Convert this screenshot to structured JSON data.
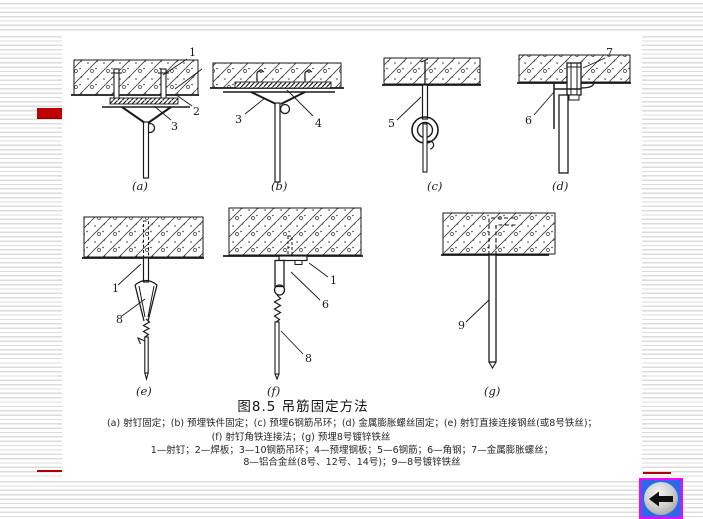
{
  "figure": {
    "title": "图8.5  吊筋固定方法",
    "desc_line1": "(a) 射钉固定；(b) 预埋铁件固定；(c) 预埋6钢筋吊环；(d) 金属膨胀螺丝固定；(e) 射钉直接连接钢丝(或8号铁丝)；",
    "desc_line2": "(f) 射钉角铁连接法；(g) 预埋8号镀锌铁丝",
    "legend_line1": "1—射钉；2—焊板；3—10钢筋吊环；4—预埋钢板；5—6钢筋；6—角钢；7—金属膨胀螺丝；",
    "legend_line2": "8—铝合金丝(8号、12号、14号)；9—8号镀锌铁丝",
    "captions": {
      "a": "(a)",
      "b": "(b)",
      "c": "(c)",
      "d": "(d)",
      "e": "(e)",
      "f": "(f)",
      "g": "(g)"
    },
    "callouts": {
      "a1": "1",
      "a2": "2",
      "a3": "3",
      "b3": "3",
      "b4": "4",
      "c5": "5",
      "d6": "6",
      "d7": "7",
      "e1": "1",
      "e8": "8",
      "f1": "1",
      "f6": "6",
      "f8": "8",
      "g9": "9"
    }
  },
  "nav": {
    "back_icon": "left-arrow"
  },
  "colors": {
    "accent_red": "#c00000",
    "stripe_gray": "#dcdcdc",
    "button_border_magenta": "#ff00ff",
    "button_blue": "#2a6ae6",
    "arrow_black": "#111111"
  }
}
